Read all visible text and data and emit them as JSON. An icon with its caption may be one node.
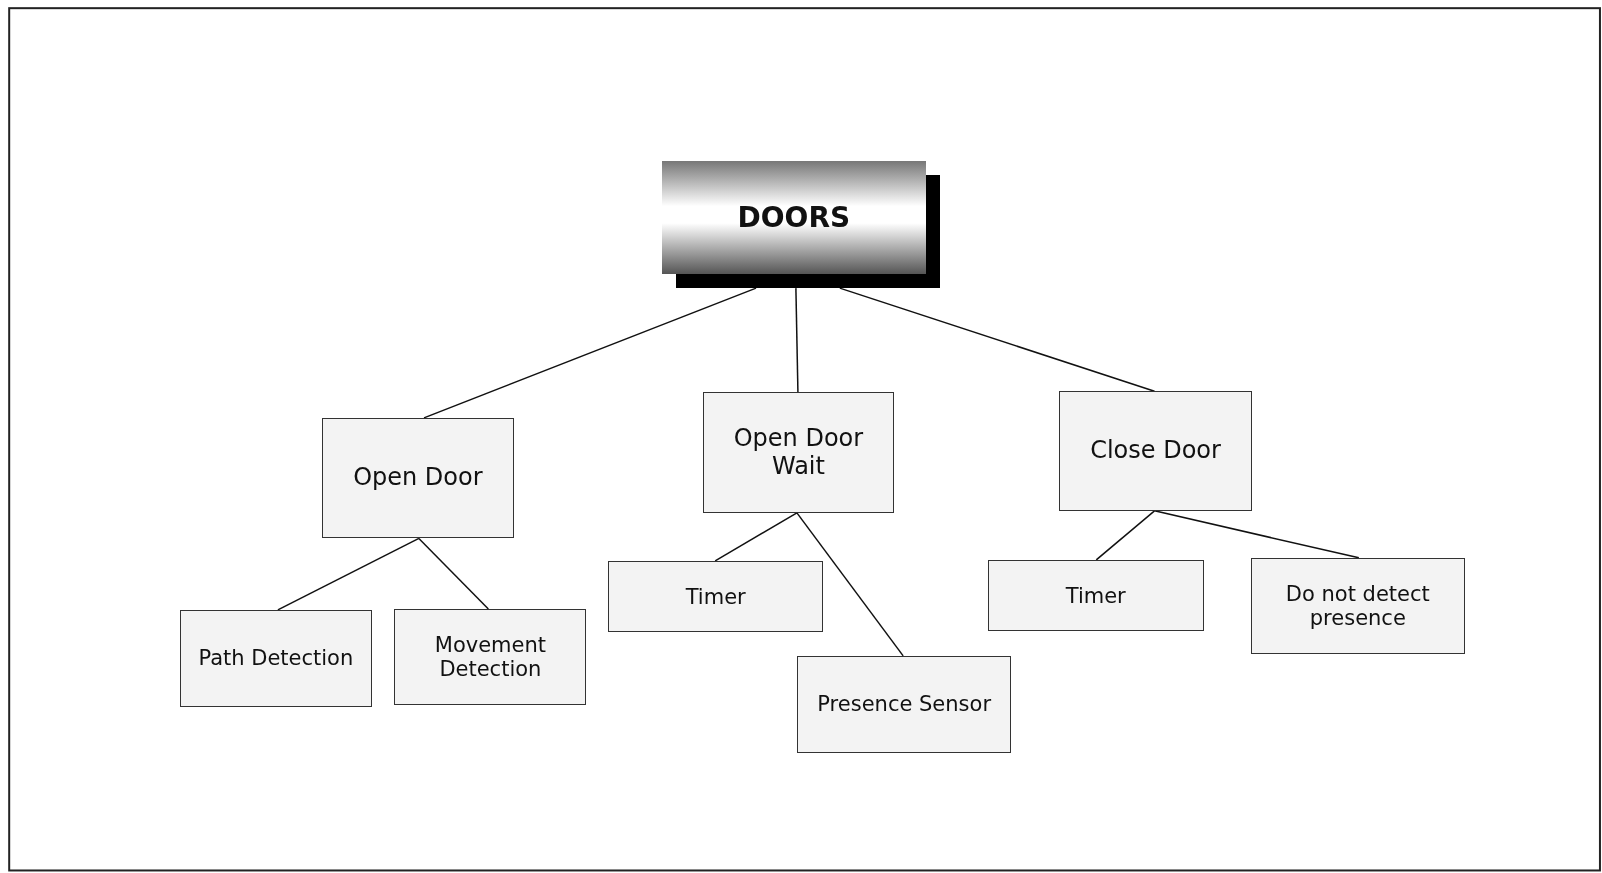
{
  "diagram": {
    "nodes": [
      {
        "text": [
          "DOORS"
        ]
      },
      {
        "text": [
          "Open Door"
        ]
      },
      {
        "text": [
          "Open Door Wait"
        ]
      },
      {
        "text": [
          "Close Door"
        ]
      },
      {
        "text": [
          "Path Detection"
        ]
      },
      {
        "text": [
          "Movement Detection"
        ]
      },
      {
        "text": [
          "Timer"
        ]
      },
      {
        "text": [
          "Presence Sensor"
        ]
      },
      {
        "text": [
          "Timer"
        ]
      },
      {
        "text": [
          "Do not detect presence"
        ]
      }
    ],
    "edges": [
      {
        "from": 0,
        "to": 1,
        "arrow": "none"
      },
      {
        "from": 0,
        "to": 2,
        "arrow": "none"
      },
      {
        "from": 0,
        "to": 3,
        "arrow": "none"
      },
      {
        "from": 1,
        "to": 4,
        "arrow": "none"
      },
      {
        "from": 1,
        "to": 5,
        "arrow": "none"
      },
      {
        "from": 2,
        "to": 6,
        "arrow": "none"
      },
      {
        "from": 2,
        "to": 7,
        "arrow": "none"
      },
      {
        "from": 3,
        "to": 8,
        "arrow": "none"
      },
      {
        "from": 3,
        "to": 9,
        "arrow": "none"
      }
    ]
  }
}
